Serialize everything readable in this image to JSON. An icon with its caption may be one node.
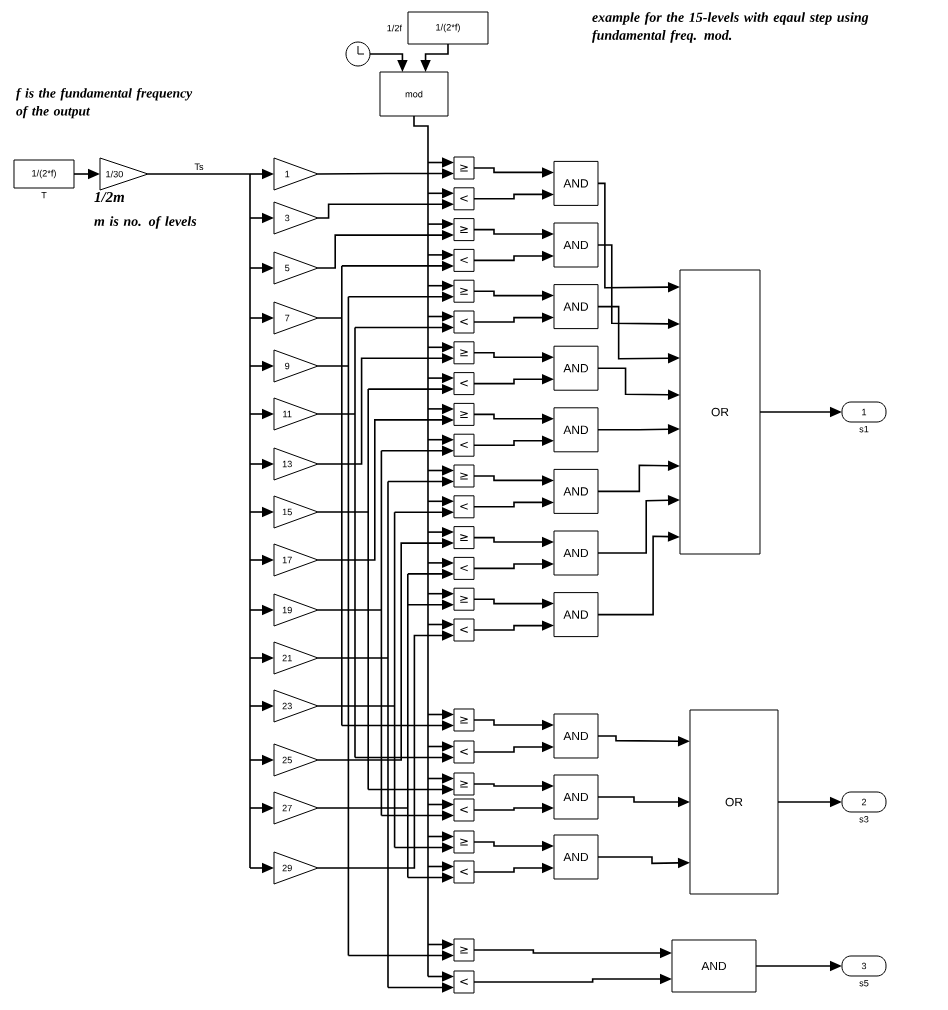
{
  "diagram": {
    "nodes": [
      {
        "text": [
          "1/(2*f)"
        ],
        "beside": [
          "T"
        ]
      },
      {
        "text": [
          "1/30"
        ]
      },
      {
        "text": [],
        "shape": "circle"
      },
      {
        "text": [
          "1/(2*f)"
        ],
        "beside": [
          "1/2f"
        ]
      },
      {
        "text": [
          "mod"
        ]
      },
      {
        "text": [
          "1"
        ]
      },
      {
        "text": [
          "3"
        ]
      },
      {
        "text": [
          "5"
        ]
      },
      {
        "text": [
          "7"
        ]
      },
      {
        "text": [
          "9"
        ]
      },
      {
        "text": [
          "11"
        ]
      },
      {
        "text": [
          "13"
        ]
      },
      {
        "text": [
          "15"
        ]
      },
      {
        "text": [
          "17"
        ]
      },
      {
        "text": [
          "19"
        ]
      },
      {
        "text": [
          "21"
        ]
      },
      {
        "text": [
          "23"
        ]
      },
      {
        "text": [
          "25"
        ]
      },
      {
        "text": [
          "27"
        ]
      },
      {
        "text": [
          "29"
        ]
      },
      {
        "text": [
          "≥"
        ]
      },
      {
        "text": [
          "<"
        ]
      },
      {
        "text": [
          "≥"
        ]
      },
      {
        "text": [
          "<"
        ]
      },
      {
        "text": [
          "≥"
        ]
      },
      {
        "text": [
          "<"
        ]
      },
      {
        "text": [
          "≥"
        ]
      },
      {
        "text": [
          "<"
        ]
      },
      {
        "text": [
          "≥"
        ]
      },
      {
        "text": [
          "<"
        ]
      },
      {
        "text": [
          "≥"
        ]
      },
      {
        "text": [
          "<"
        ]
      },
      {
        "text": [
          "≥"
        ]
      },
      {
        "text": [
          "<"
        ]
      },
      {
        "text": [
          "≥"
        ]
      },
      {
        "text": [
          "<"
        ]
      },
      {
        "text": [
          "≥"
        ]
      },
      {
        "text": [
          "<"
        ]
      },
      {
        "text": [
          "≥"
        ]
      },
      {
        "text": [
          "<"
        ]
      },
      {
        "text": [
          "≥"
        ]
      },
      {
        "text": [
          "<"
        ]
      },
      {
        "text": [
          "≥"
        ]
      },
      {
        "text": [
          "<"
        ]
      },
      {
        "text": [
          "AND"
        ]
      },
      {
        "text": [
          "AND"
        ]
      },
      {
        "text": [
          "AND"
        ]
      },
      {
        "text": [
          "AND"
        ]
      },
      {
        "text": [
          "AND"
        ]
      },
      {
        "text": [
          "AND"
        ]
      },
      {
        "text": [
          "AND"
        ]
      },
      {
        "text": [
          "AND"
        ]
      },
      {
        "text": [
          "AND"
        ]
      },
      {
        "text": [
          "AND"
        ]
      },
      {
        "text": [
          "AND"
        ]
      },
      {
        "text": [
          "AND"
        ]
      },
      {
        "text": [
          "OR"
        ]
      },
      {
        "text": [
          "OR"
        ]
      },
      {
        "text": [
          "1"
        ],
        "beside": [
          "s1"
        ]
      },
      {
        "text": [
          "2"
        ],
        "beside": [
          "s3"
        ]
      },
      {
        "text": [
          "3"
        ],
        "beside": [
          "s5"
        ]
      }
    ],
    "edges": [
      {
        "from": 0,
        "to": 1,
        "arrow": "to"
      },
      {
        "from": 2,
        "to": 4,
        "arrow": "to"
      },
      {
        "from": 3,
        "to": 4,
        "arrow": "to"
      },
      {
        "from": 1,
        "to": 5,
        "arrow": "to",
        "label": "Ts"
      },
      {
        "from": 1,
        "to": 6,
        "arrow": "to"
      },
      {
        "from": 1,
        "to": 7,
        "arrow": "to"
      },
      {
        "from": 1,
        "to": 8,
        "arrow": "to"
      },
      {
        "from": 1,
        "to": 9,
        "arrow": "to"
      },
      {
        "from": 1,
        "to": 10,
        "arrow": "to"
      },
      {
        "from": 1,
        "to": 11,
        "arrow": "to"
      },
      {
        "from": 1,
        "to": 12,
        "arrow": "to"
      },
      {
        "from": 1,
        "to": 13,
        "arrow": "to"
      },
      {
        "from": 1,
        "to": 14,
        "arrow": "to"
      },
      {
        "from": 1,
        "to": 15,
        "arrow": "to"
      },
      {
        "from": 1,
        "to": 16,
        "arrow": "to"
      },
      {
        "from": 1,
        "to": 17,
        "arrow": "to"
      },
      {
        "from": 1,
        "to": 18,
        "arrow": "to"
      },
      {
        "from": 1,
        "to": 19,
        "arrow": "to"
      },
      {
        "from": 4,
        "to": 20,
        "arrow": "to"
      },
      {
        "from": 4,
        "to": 21,
        "arrow": "to"
      },
      {
        "from": 4,
        "to": 22,
        "arrow": "to"
      },
      {
        "from": 4,
        "to": 23,
        "arrow": "to"
      },
      {
        "from": 4,
        "to": 24,
        "arrow": "to"
      },
      {
        "from": 4,
        "to": 25,
        "arrow": "to"
      },
      {
        "from": 4,
        "to": 26,
        "arrow": "to"
      },
      {
        "from": 4,
        "to": 27,
        "arrow": "to"
      },
      {
        "from": 4,
        "to": 28,
        "arrow": "to"
      },
      {
        "from": 4,
        "to": 29,
        "arrow": "to"
      },
      {
        "from": 4,
        "to": 30,
        "arrow": "to"
      },
      {
        "from": 4,
        "to": 31,
        "arrow": "to"
      },
      {
        "from": 4,
        "to": 32,
        "arrow": "to"
      },
      {
        "from": 4,
        "to": 33,
        "arrow": "to"
      },
      {
        "from": 4,
        "to": 34,
        "arrow": "to"
      },
      {
        "from": 4,
        "to": 35,
        "arrow": "to"
      },
      {
        "from": 4,
        "to": 36,
        "arrow": "to"
      },
      {
        "from": 4,
        "to": 37,
        "arrow": "to"
      },
      {
        "from": 4,
        "to": 38,
        "arrow": "to"
      },
      {
        "from": 4,
        "to": 39,
        "arrow": "to"
      },
      {
        "from": 4,
        "to": 40,
        "arrow": "to"
      },
      {
        "from": 4,
        "to": 41,
        "arrow": "to"
      },
      {
        "from": 4,
        "to": 42,
        "arrow": "to"
      },
      {
        "from": 4,
        "to": 43,
        "arrow": "to"
      },
      {
        "from": 5,
        "to": 20,
        "arrow": "to"
      },
      {
        "from": 6,
        "to": 21,
        "arrow": "to"
      },
      {
        "from": 7,
        "to": 22,
        "arrow": "to"
      },
      {
        "from": 8,
        "to": 23,
        "arrow": "to"
      },
      {
        "from": 9,
        "to": 24,
        "arrow": "to"
      },
      {
        "from": 10,
        "to": 25,
        "arrow": "to"
      },
      {
        "from": 11,
        "to": 26,
        "arrow": "to"
      },
      {
        "from": 12,
        "to": 27,
        "arrow": "to"
      },
      {
        "from": 13,
        "to": 28,
        "arrow": "to"
      },
      {
        "from": 14,
        "to": 29,
        "arrow": "to"
      },
      {
        "from": 15,
        "to": 30,
        "arrow": "to"
      },
      {
        "from": 16,
        "to": 31,
        "arrow": "to"
      },
      {
        "from": 17,
        "to": 32,
        "arrow": "to"
      },
      {
        "from": 18,
        "to": 33,
        "arrow": "to"
      },
      {
        "from": 18,
        "to": 34,
        "arrow": "to"
      },
      {
        "from": 19,
        "to": 35,
        "arrow": "to"
      },
      {
        "from": 8,
        "to": 36,
        "arrow": "to"
      },
      {
        "from": 10,
        "to": 37,
        "arrow": "to"
      },
      {
        "from": 12,
        "to": 38,
        "arrow": "to"
      },
      {
        "from": 14,
        "to": 39,
        "arrow": "to"
      },
      {
        "from": 16,
        "to": 40,
        "arrow": "to"
      },
      {
        "from": 18,
        "to": 41,
        "arrow": "to"
      },
      {
        "from": 9,
        "to": 42,
        "arrow": "to"
      },
      {
        "from": 15,
        "to": 43,
        "arrow": "to"
      },
      {
        "from": 20,
        "to": 44,
        "arrow": "to"
      },
      {
        "from": 21,
        "to": 44,
        "arrow": "to"
      },
      {
        "from": 22,
        "to": 45,
        "arrow": "to"
      },
      {
        "from": 23,
        "to": 45,
        "arrow": "to"
      },
      {
        "from": 24,
        "to": 46,
        "arrow": "to"
      },
      {
        "from": 25,
        "to": 46,
        "arrow": "to"
      },
      {
        "from": 26,
        "to": 47,
        "arrow": "to"
      },
      {
        "from": 27,
        "to": 47,
        "arrow": "to"
      },
      {
        "from": 28,
        "to": 48,
        "arrow": "to"
      },
      {
        "from": 29,
        "to": 48,
        "arrow": "to"
      },
      {
        "from": 30,
        "to": 49,
        "arrow": "to"
      },
      {
        "from": 31,
        "to": 49,
        "arrow": "to"
      },
      {
        "from": 32,
        "to": 50,
        "arrow": "to"
      },
      {
        "from": 33,
        "to": 50,
        "arrow": "to"
      },
      {
        "from": 34,
        "to": 51,
        "arrow": "to"
      },
      {
        "from": 35,
        "to": 51,
        "arrow": "to"
      },
      {
        "from": 36,
        "to": 52,
        "arrow": "to"
      },
      {
        "from": 37,
        "to": 52,
        "arrow": "to"
      },
      {
        "from": 38,
        "to": 53,
        "arrow": "to"
      },
      {
        "from": 39,
        "to": 53,
        "arrow": "to"
      },
      {
        "from": 40,
        "to": 54,
        "arrow": "to"
      },
      {
        "from": 41,
        "to": 54,
        "arrow": "to"
      },
      {
        "from": 42,
        "to": 55,
        "arrow": "to"
      },
      {
        "from": 43,
        "to": 55,
        "arrow": "to"
      },
      {
        "from": 44,
        "to": 56,
        "arrow": "to"
      },
      {
        "from": 45,
        "to": 56,
        "arrow": "to"
      },
      {
        "from": 46,
        "to": 56,
        "arrow": "to"
      },
      {
        "from": 47,
        "to": 56,
        "arrow": "to"
      },
      {
        "from": 48,
        "to": 56,
        "arrow": "to"
      },
      {
        "from": 49,
        "to": 56,
        "arrow": "to"
      },
      {
        "from": 50,
        "to": 56,
        "arrow": "to"
      },
      {
        "from": 51,
        "to": 56,
        "arrow": "to"
      },
      {
        "from": 52,
        "to": 57,
        "arrow": "to"
      },
      {
        "from": 53,
        "to": 57,
        "arrow": "to"
      },
      {
        "from": 54,
        "to": 57,
        "arrow": "to"
      },
      {
        "from": 56,
        "to": 58,
        "arrow": "to"
      },
      {
        "from": 57,
        "to": 59,
        "arrow": "to"
      },
      {
        "from": 55,
        "to": 60,
        "arrow": "to"
      }
    ],
    "labels": [
      "example for the 15-levels with eqaul step using fundamental freq. mod.",
      "f is the fundamental frequency of the output",
      "1/2m",
      "m is no. of levels"
    ]
  }
}
